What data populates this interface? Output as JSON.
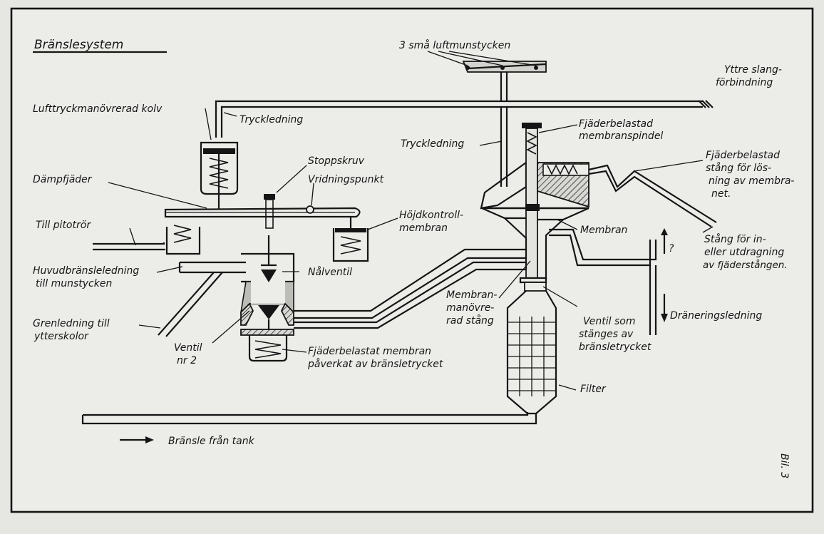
{
  "title": "Bränslesystem",
  "figure_number": "Bil. 3",
  "labels": {
    "luft": "3 små luftmunstycken",
    "yttre_1": "Yttre slang-",
    "yttre_2": "förbindning",
    "kolv": "Lufttryckmanövrerad kolv",
    "tryck1": "Tryckledning",
    "tryck2": "Tryckledning",
    "fjsp_1": "Fjäderbelastad",
    "fjsp_2": "membranspindel",
    "fjst_1": "Fjäderbelastad",
    "fjst_2": "stång för lös-",
    "fjst_3": "ning av membra-",
    "fjst_4": "net.",
    "stoppskruv": "Stoppskruv",
    "vridning": "Vridningspunkt",
    "dampfjader": "Dämpfjäder",
    "hojd_1": "Höjdkontroll-",
    "hojd_2": "membran",
    "pitot": "Till pitotrör",
    "membran": "Membran",
    "stang_1": "Stång för in-",
    "stang_2": "eller utdragning",
    "stang_3": "av fjäderstången.",
    "huvud_1": "Huvudbränsleledning",
    "huvud_2": "till munstycken",
    "nalventil": "Nålventil",
    "mmr_1": "Membran-",
    "mmr_2": "manövre-",
    "mmr_3": "rad stång",
    "gren_1": "Grenledning till",
    "gren_2": "ytterskolor",
    "ventil2_1": "Ventil",
    "ventil2_2": "nr 2",
    "vsom_1": "Ventil som",
    "vsom_2": "stänges av",
    "vsom_3": "bränsletrycket",
    "dran": "Dräneringsledning",
    "fjmb_1": "Fjäderbelastat membran",
    "fjmb_2": "påverkat av bränsletrycket",
    "filter": "Filter",
    "tank": "Bränsle från tank",
    "q": "?"
  }
}
